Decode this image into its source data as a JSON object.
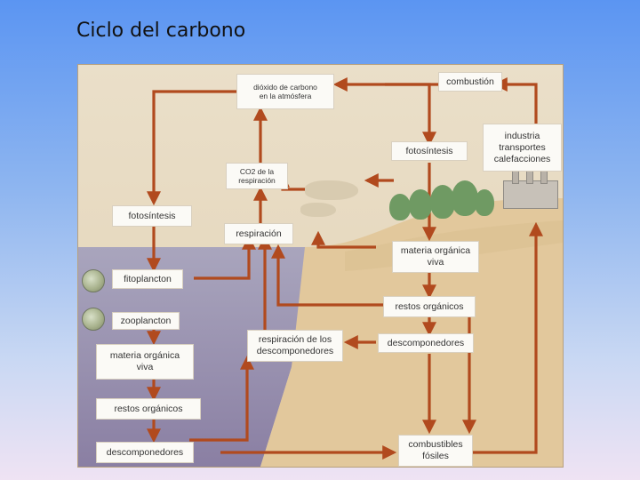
{
  "slide": {
    "title": "Ciclo del carbono"
  },
  "diagram": {
    "labels": {
      "co2_atmosphere": "dióxido de carbono\nen la atmósfera",
      "combustion": "combustión",
      "photosynthesis_land": "fotosíntesis",
      "industry": "industria\ntransportes\ncalefacciones",
      "co2_respiration": "CO2 de la\nrespiración",
      "photosynthesis_sea": "fotosíntesis",
      "respiration": "respiración",
      "living_matter_land": "materia orgánica\nviva",
      "phytoplankton": "fitoplancton",
      "zooplankton": "zooplancton",
      "organic_remains_land": "restos orgánicos",
      "decomposer_respiration": "respiración de los\ndescomponedores",
      "decomposers_land": "descomponedores",
      "living_matter_sea": "materia orgánica\nviva",
      "organic_remains_sea": "restos orgánicos",
      "decomposers_sea": "descomponedores",
      "fossil_fuels": "combustibles\nfósiles"
    },
    "colors": {
      "arrow": "#b14a1e",
      "sky": "#e9dcc3",
      "sea": "#9c96b0",
      "land": "#e1c79c",
      "label_bg": "#fbfaf6"
    }
  }
}
